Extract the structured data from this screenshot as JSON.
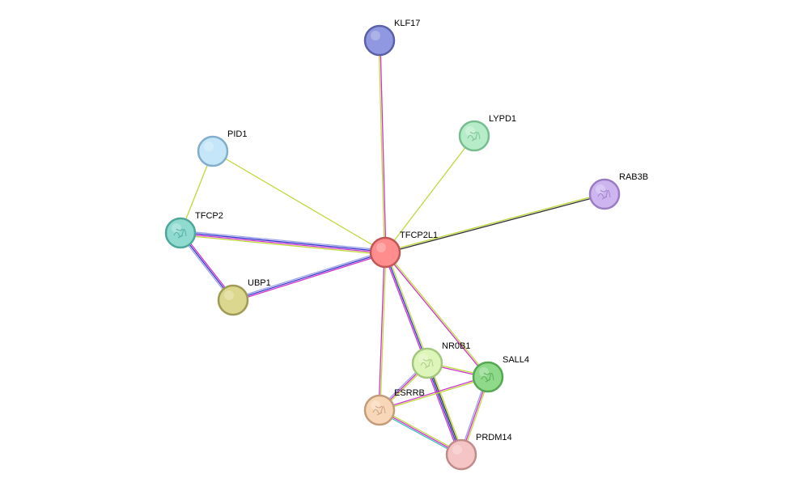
{
  "network": {
    "nodes": [
      {
        "id": "tfcp2l1",
        "label": "TFCP2L1",
        "fill": "#ff8d8d",
        "stroke": "#c05757",
        "structure": false
      },
      {
        "id": "klf17",
        "label": "KLF17",
        "fill": "#8f98e0",
        "stroke": "#5a61a6",
        "structure": false
      },
      {
        "id": "lypd1",
        "label": "LYPD1",
        "fill": "#b6ecc8",
        "stroke": "#76bd8f",
        "structure": true
      },
      {
        "id": "pid1",
        "label": "PID1",
        "fill": "#c4e6f8",
        "stroke": "#82aecb",
        "structure": false
      },
      {
        "id": "rab3b",
        "label": "RAB3B",
        "fill": "#cdb5f0",
        "stroke": "#9a7cc2",
        "structure": true
      },
      {
        "id": "tfcp2",
        "label": "TFCP2",
        "fill": "#8fdbd0",
        "stroke": "#4fa79a",
        "structure": true
      },
      {
        "id": "ubp1",
        "label": "UBP1",
        "fill": "#dcd78e",
        "stroke": "#9f9a54",
        "structure": false
      },
      {
        "id": "nr0b1",
        "label": "NR0B1",
        "fill": "#ddf5b8",
        "stroke": "#a3c77c",
        "structure": true
      },
      {
        "id": "sall4",
        "label": "SALL4",
        "fill": "#8fd98a",
        "stroke": "#56a751",
        "structure": true
      },
      {
        "id": "esrrb",
        "label": "ESRRB",
        "fill": "#f8d7b8",
        "stroke": "#c39c7a",
        "structure": true
      },
      {
        "id": "prdm14",
        "label": "PRDM14",
        "fill": "#f5c4c4",
        "stroke": "#c08b8b",
        "structure": false
      }
    ],
    "edges": [
      {
        "from": "tfcp2l1",
        "to": "klf17",
        "colors": [
          "#c0d83a",
          "#cc33cc"
        ]
      },
      {
        "from": "tfcp2l1",
        "to": "lypd1",
        "colors": [
          "#c0d83a"
        ]
      },
      {
        "from": "tfcp2l1",
        "to": "pid1",
        "colors": [
          "#c0d83a"
        ]
      },
      {
        "from": "tfcp2l1",
        "to": "rab3b",
        "colors": [
          "#c0d83a",
          "#333333"
        ]
      },
      {
        "from": "tfcp2l1",
        "to": "tfcp2",
        "colors": [
          "#c0d83a",
          "#cc33cc",
          "#3333cc",
          "#9aa3e6"
        ]
      },
      {
        "from": "tfcp2l1",
        "to": "ubp1",
        "colors": [
          "#cc33cc",
          "#3333cc",
          "#9aa3e6"
        ]
      },
      {
        "from": "tfcp2l1",
        "to": "nr0b1",
        "colors": [
          "#c0d83a",
          "#3333cc",
          "#cc33cc"
        ]
      },
      {
        "from": "tfcp2l1",
        "to": "sall4",
        "colors": [
          "#c0d83a",
          "#cc33cc"
        ]
      },
      {
        "from": "tfcp2l1",
        "to": "esrrb",
        "colors": [
          "#c0d83a",
          "#cc33cc"
        ]
      },
      {
        "from": "pid1",
        "to": "tfcp2",
        "colors": [
          "#c0d83a"
        ]
      },
      {
        "from": "tfcp2",
        "to": "ubp1",
        "colors": [
          "#cc33cc",
          "#3333cc",
          "#9aa3e6"
        ]
      },
      {
        "from": "nr0b1",
        "to": "sall4",
        "colors": [
          "#c0d83a",
          "#cc33cc"
        ]
      },
      {
        "from": "nr0b1",
        "to": "esrrb",
        "colors": [
          "#c0d83a",
          "#cc33cc",
          "#9aa3e6"
        ]
      },
      {
        "from": "nr0b1",
        "to": "prdm14",
        "colors": [
          "#c0d83a",
          "#333333",
          "#3333cc",
          "#cc33cc"
        ]
      },
      {
        "from": "sall4",
        "to": "esrrb",
        "colors": [
          "#c0d83a",
          "#cc33cc"
        ]
      },
      {
        "from": "sall4",
        "to": "prdm14",
        "colors": [
          "#c0d83a",
          "#cc33cc",
          "#9aa3e6"
        ]
      },
      {
        "from": "esrrb",
        "to": "prdm14",
        "colors": [
          "#c0d83a",
          "#cc33cc",
          "#3fbfbf"
        ]
      }
    ]
  }
}
